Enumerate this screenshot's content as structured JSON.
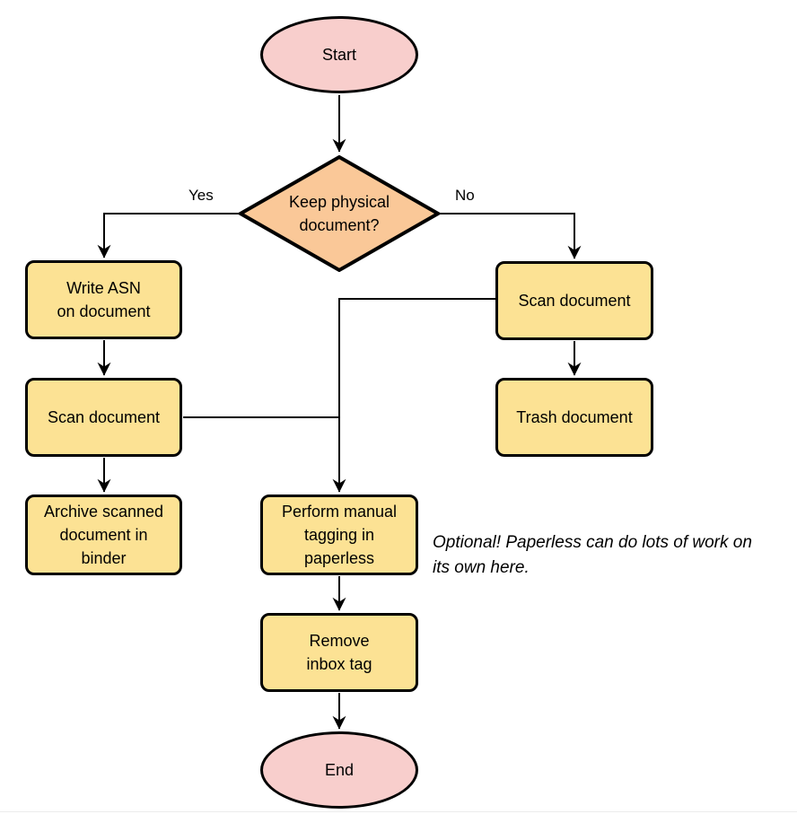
{
  "colors": {
    "terminal_fill": "#F8CECC",
    "decision_fill": "#FAC898",
    "process_fill": "#FCE294",
    "border": "#000000",
    "background": "#FFFFFF"
  },
  "nodes": {
    "start": {
      "label": "Start"
    },
    "decision": {
      "label": "Keep physical\ndocument?"
    },
    "write_asn": {
      "label": "Write ASN\non document"
    },
    "scan_left": {
      "label": "Scan document"
    },
    "archive": {
      "label": "Archive scanned\ndocument in\nbinder"
    },
    "scan_right": {
      "label": "Scan document"
    },
    "trash": {
      "label": "Trash document"
    },
    "tagging": {
      "label": "Perform manual\ntagging in\npaperless"
    },
    "remove_inbox": {
      "label": "Remove\ninbox tag"
    },
    "end": {
      "label": "End"
    }
  },
  "edge_labels": {
    "yes": "Yes",
    "no": "No"
  },
  "note": "Optional! Paperless can do lots of work on\nits own here."
}
